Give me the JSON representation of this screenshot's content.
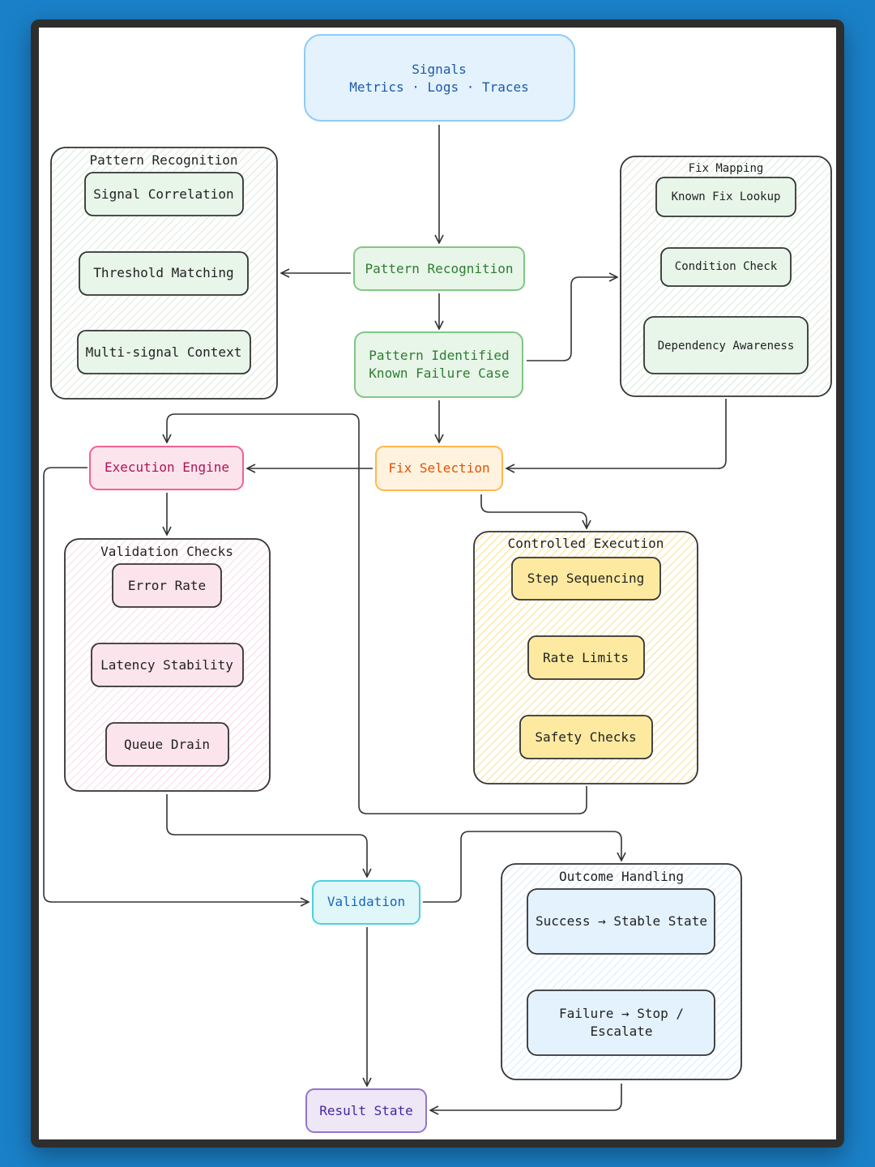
{
  "colors": {
    "background": "#1a80c8",
    "frame": "#2e2e2e",
    "canvas": "#ffffff",
    "edge": "#333333",
    "blue_fill": "#e3f2fd",
    "blue_stroke": "#90caf9",
    "blue_text": "#1e5aa8",
    "green_fill": "#e8f5e9",
    "green_stroke": "#81c784",
    "green_text": "#2e7d32",
    "pink_fill": "#fce4ec",
    "pink_stroke": "#f06292",
    "pink_text": "#ad1457",
    "orange_fill": "#fff3e0",
    "orange_stroke": "#ffb74d",
    "orange_text": "#e65100",
    "cyan_fill": "#e0f7fa",
    "cyan_stroke": "#4dd0e1",
    "cyan_text": "#1565c0",
    "purple_fill": "#ede7f6",
    "purple_stroke": "#9575cd",
    "purple_text": "#4527a0"
  },
  "nodes": {
    "signals": {
      "lines": [
        "Signals",
        "Metrics · Logs · Traces"
      ]
    },
    "pattern_recognition": {
      "label": "Pattern Recognition"
    },
    "pattern_identified": {
      "lines": [
        "Pattern Identified",
        "Known Failure Case"
      ]
    },
    "fix_selection": {
      "label": "Fix Selection"
    },
    "execution_engine": {
      "label": "Execution Engine"
    },
    "validation": {
      "label": "Validation"
    },
    "result_state": {
      "label": "Result State"
    }
  },
  "groups": {
    "pattern_recognition_group": {
      "title": "Pattern Recognition",
      "items": [
        "Signal Correlation",
        "Threshold Matching",
        "Multi-signal Context"
      ]
    },
    "fix_mapping_group": {
      "title": "Fix Mapping",
      "items": [
        "Known Fix Lookup",
        "Condition Check",
        "Dependency Awareness"
      ]
    },
    "validation_checks_group": {
      "title": "Validation Checks",
      "items": [
        "Error Rate",
        "Latency Stability",
        "Queue Drain"
      ]
    },
    "controlled_execution_group": {
      "title": "Controlled Execution",
      "items": [
        "Step Sequencing",
        "Rate Limits",
        "Safety Checks"
      ]
    },
    "outcome_handling_group": {
      "title": "Outcome Handling",
      "items": [
        [
          "Success → Stable State"
        ],
        [
          "Failure → Stop /",
          "Escalate"
        ]
      ]
    }
  }
}
